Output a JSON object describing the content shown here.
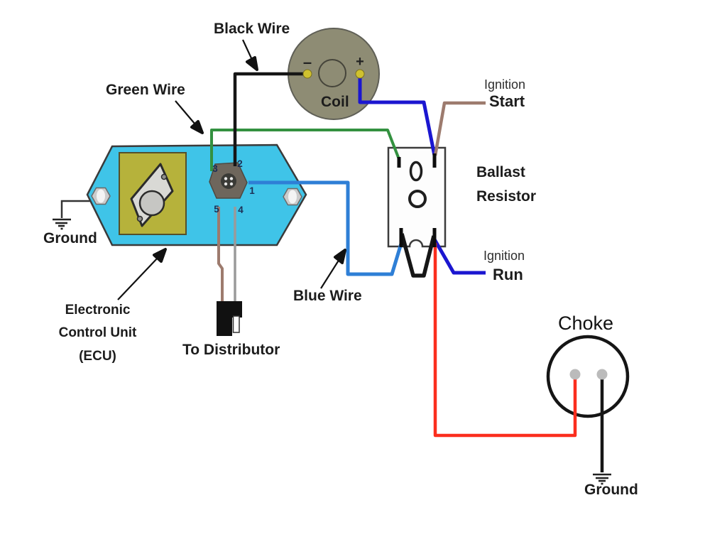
{
  "labels": {
    "black_wire": "Black Wire",
    "green_wire": "Green Wire",
    "blue_wire": "Blue Wire",
    "coil": "Coil",
    "coil_minus": "–",
    "coil_plus": "+",
    "ground_left": "Ground",
    "ecu_line1": "Electronic",
    "ecu_line2": "Control Unit",
    "ecu_line3": "(ECU)",
    "to_distributor": "To Distributor",
    "ballast_line1": "Ballast",
    "ballast_line2": "Resistor",
    "ignition_start_word": "Ignition",
    "start": "Start",
    "ignition_run_word": "Ignition",
    "run": "Run",
    "choke": "Choke",
    "ground_right": "Ground"
  },
  "ecu_pins": {
    "p1": "1",
    "p2": "2",
    "p3": "3",
    "p4": "4",
    "p5": "5"
  },
  "colors": {
    "ecu_body": "#3fc4e8",
    "ecu_plate": "#b6b23b",
    "connector_body": "#6e665c",
    "coil_body": "#8e8c74",
    "coil_terminal": "#cfc12f",
    "wire_black": "#161616",
    "wire_green": "#339140",
    "wire_blue_light": "#2e7fd6",
    "wire_blue_dark": "#1b16d0",
    "wire_brown": "#9d7b6e",
    "wire_red": "#fb2e1e",
    "wire_gray": "#9a9a9a",
    "choke_terminal": "#bbbbbb"
  }
}
